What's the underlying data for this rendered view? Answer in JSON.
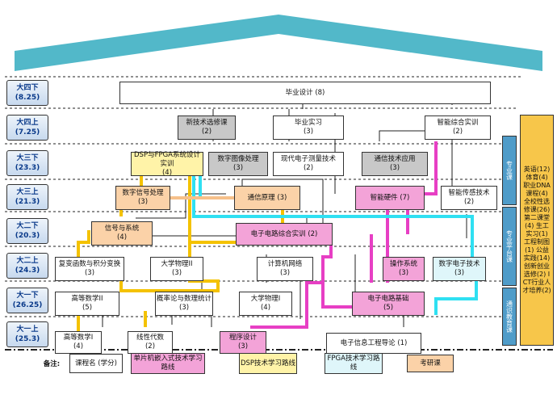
{
  "semesters": [
    {
      "name": "大四下",
      "credits": "(8.25)"
    },
    {
      "name": "大四上",
      "credits": "(7.25)"
    },
    {
      "name": "大三下",
      "credits": "(23.3)"
    },
    {
      "name": "大三上",
      "credits": "(21.3)"
    },
    {
      "name": "大二下",
      "credits": "(20.3)"
    },
    {
      "name": "大二上",
      "credits": "(24.3)"
    },
    {
      "name": "大一下",
      "credits": "(26.25)"
    },
    {
      "name": "大一上",
      "credits": "(25.3)"
    }
  ],
  "courses": {
    "graduation_design": {
      "name": "毕业设计",
      "credit": "(8)"
    },
    "new_tech_lecture": {
      "name": "新技术选修课",
      "credit": "(2)"
    },
    "graduation_practice": {
      "name": "毕业实习",
      "credit": "(3)"
    },
    "smart_training": {
      "name": "智能综合实训",
      "credit": "(2)"
    },
    "dsp_fpga": {
      "name": "DSP与FPGA系统设计实训",
      "credit": "(4)"
    },
    "digital_image": {
      "name": "数字图像处理",
      "credit": "(3)"
    },
    "modern_measure": {
      "name": "现代电子测量技术",
      "credit": "(2)"
    },
    "comm_tech_app": {
      "name": "通信技术应用",
      "credit": "(3)"
    },
    "digital_signal": {
      "name": "数字信号处理",
      "credit": "(3)"
    },
    "comm_principle": {
      "name": "通信原理",
      "credit": "(3)"
    },
    "smart_hardware": {
      "name": "智能硬件",
      "credit": "(7)"
    },
    "smart_sensor": {
      "name": "智能传感技术",
      "credit": "(2)"
    },
    "signals_systems": {
      "name": "信号与系统",
      "credit": "(4)"
    },
    "circuit_training": {
      "name": "电子电路综合实训",
      "credit": "(2)"
    },
    "complex_func": {
      "name": "复变函数与积分变换",
      "credit": "(3)"
    },
    "physics2": {
      "name": "大学物理II",
      "credit": "(3)"
    },
    "computer_network": {
      "name": "计算机网络",
      "credit": "(3)"
    },
    "os": {
      "name": "操作系统",
      "credit": "(3)"
    },
    "digital_electronics": {
      "name": "数字电子技术",
      "credit": "(3)"
    },
    "math2": {
      "name": "高等数学II",
      "credit": "(5)"
    },
    "probability": {
      "name": "概率论与数理统计",
      "credit": "(3)"
    },
    "physics1": {
      "name": "大学物理I",
      "credit": "(4)"
    },
    "circuit_basics": {
      "name": "电子电路基础",
      "credit": "(5)"
    },
    "math1": {
      "name": "高等数学I",
      "credit": "(4)"
    },
    "linear_algebra": {
      "name": "线性代数",
      "credit": "(2)"
    },
    "programming": {
      "name": "程序设计",
      "credit": "(3)"
    },
    "intro": {
      "name": "电子信息工程导论",
      "credit": "(1)"
    }
  },
  "side_labels": {
    "major": "专业课",
    "platform": "专业平台课",
    "general": "通识教育课",
    "gen_list": "英语(12) 体育(4) 职业DNA课程(4) 全校性选修课(26) 第二课堂(4) 生工实习(1) 工程制图(1) 公益实践(14) 创新创业选修(2) ICT行业人才培养(2)"
  },
  "legend": {
    "note": "备注:",
    "course_credit": "课程名 (学分)",
    "mcu_route": "单片机嵌入式技术学习路线",
    "dsp_route": "DSP技术学习路线",
    "fpga_route": "FPGA技术学习路线",
    "exam_course": "考研课"
  },
  "colors": {
    "mcu": "#e73fc4",
    "dsp": "#f4c200",
    "fpga": "#2fe0f2",
    "exam": "#f6c08a",
    "roof": "#52b8c9"
  }
}
